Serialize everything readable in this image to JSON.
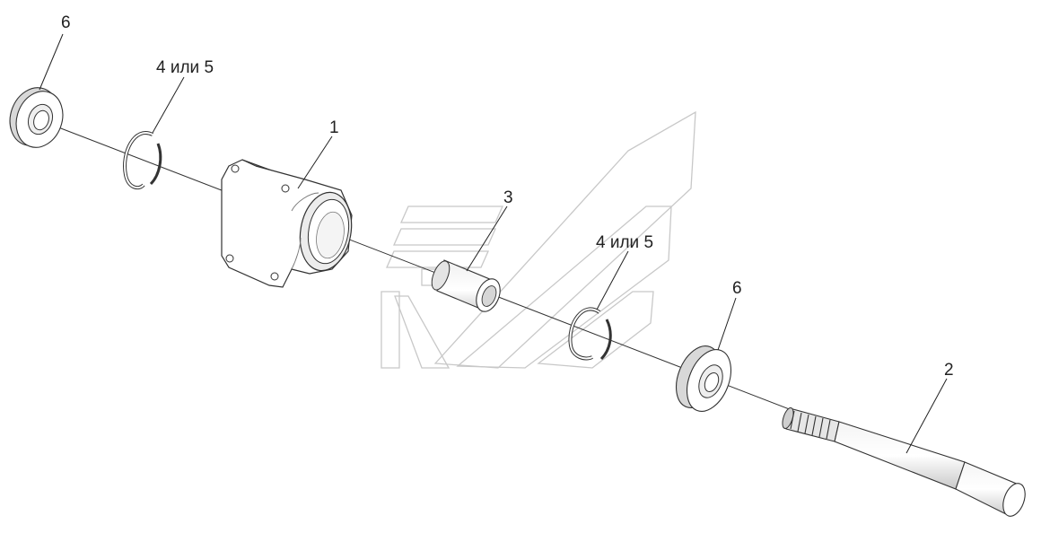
{
  "colors": {
    "outline": "#333333",
    "part_fill": "#ffffff",
    "part_shade": "#dcdcdc",
    "part_dark": "#9a9a9a",
    "watermark": "#c8c8c8",
    "text": "#222222"
  },
  "callouts": {
    "bearing_left": "6",
    "ring_left": "4 или 5",
    "housing": "1",
    "bushing": "3",
    "ring_right": "4 или 5",
    "bearing_right": "6",
    "shaft": "2"
  }
}
